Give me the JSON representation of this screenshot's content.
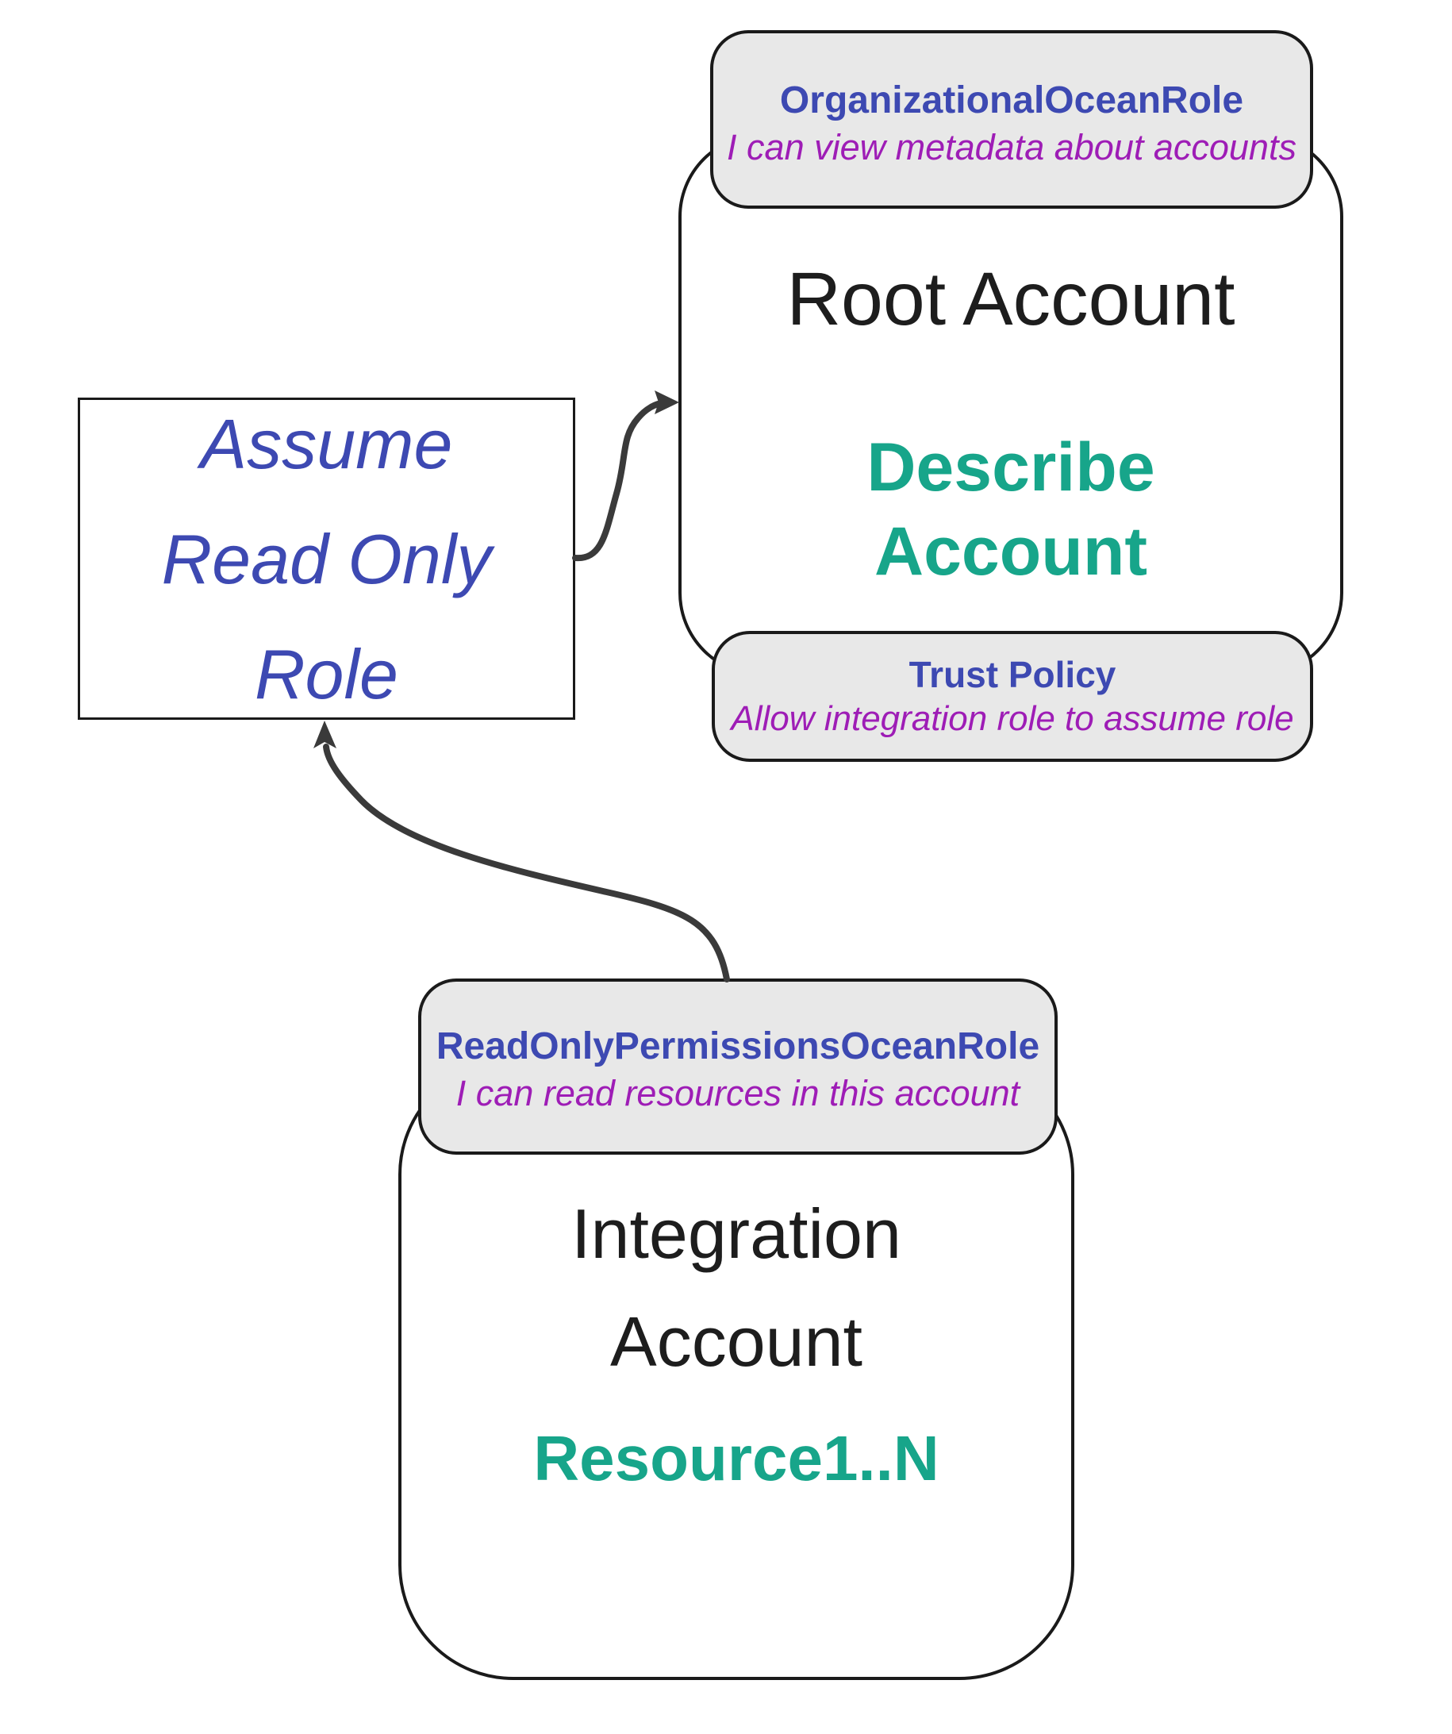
{
  "colors": {
    "bg": "#ffffff",
    "border": "#1a1a1a",
    "label-bg": "#e8e8e8",
    "indigo": "#3d49b2",
    "purple": "#9e1db6",
    "teal": "#17a58a",
    "ink": "#1d1d1d",
    "arrow": "#3a3a3a"
  },
  "root_account": {
    "label": {
      "title": "OrganizationalOceanRole",
      "subtitle": "I can view metadata about accounts"
    },
    "title": "Root Account",
    "action_lines": [
      "Describe",
      "Account"
    ],
    "trust": {
      "title": "Trust Policy",
      "subtitle": "Allow integration role to assume role"
    }
  },
  "assume_role_box": {
    "lines": [
      "Assume",
      "Read Only",
      "Role"
    ]
  },
  "integration_account": {
    "label": {
      "title": "ReadOnlyPermissionsOceanRole",
      "subtitle": "I can read resources in this account"
    },
    "title_lines": [
      "Integration",
      "Account"
    ],
    "resources": "Resource1..N"
  },
  "arrows": [
    {
      "from": "Assume Read Only Role",
      "to": "Root Account"
    },
    {
      "from": "ReadOnlyPermissionsOceanRole",
      "to": "Assume Read Only Role"
    }
  ]
}
